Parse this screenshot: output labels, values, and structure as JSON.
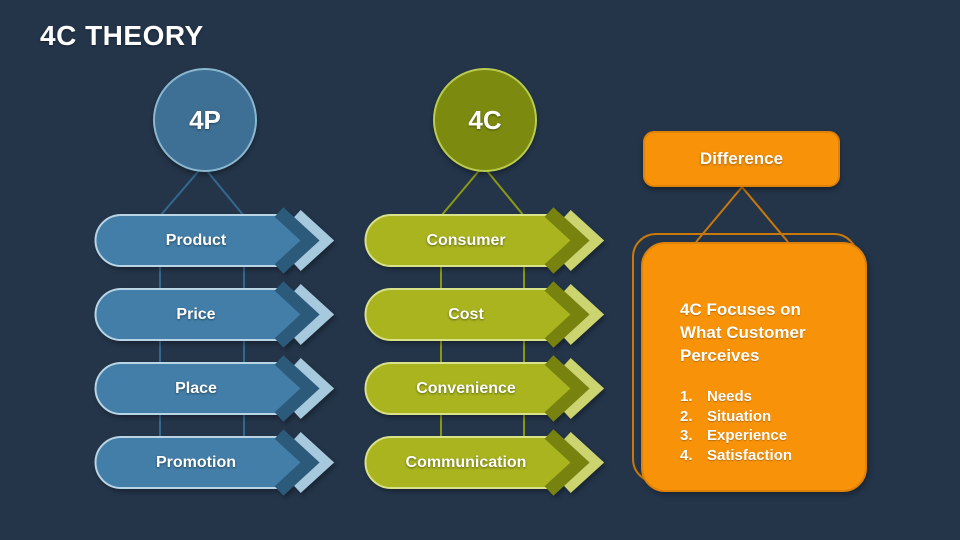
{
  "slide": {
    "title": "4C THEORY"
  },
  "colors": {
    "background": "#24354a",
    "blue_body": "#427ea8",
    "green_body": "#a9b41f",
    "orange": "#f79209"
  },
  "columns": [
    {
      "circle_label": "4P",
      "items": [
        "Product",
        "Price",
        "Place",
        "Promotion"
      ]
    },
    {
      "circle_label": "4C",
      "items": [
        "Consumer",
        "Cost",
        "Convenience",
        "Communication"
      ]
    }
  ],
  "difference": {
    "title": "Difference",
    "heading": "4C Focuses on What Customer Perceives",
    "list": [
      {
        "num": "1.",
        "label": "Needs"
      },
      {
        "num": "2.",
        "label": "Situation"
      },
      {
        "num": "3.",
        "label": "Experience"
      },
      {
        "num": "4.",
        "label": "Satisfaction"
      }
    ]
  }
}
